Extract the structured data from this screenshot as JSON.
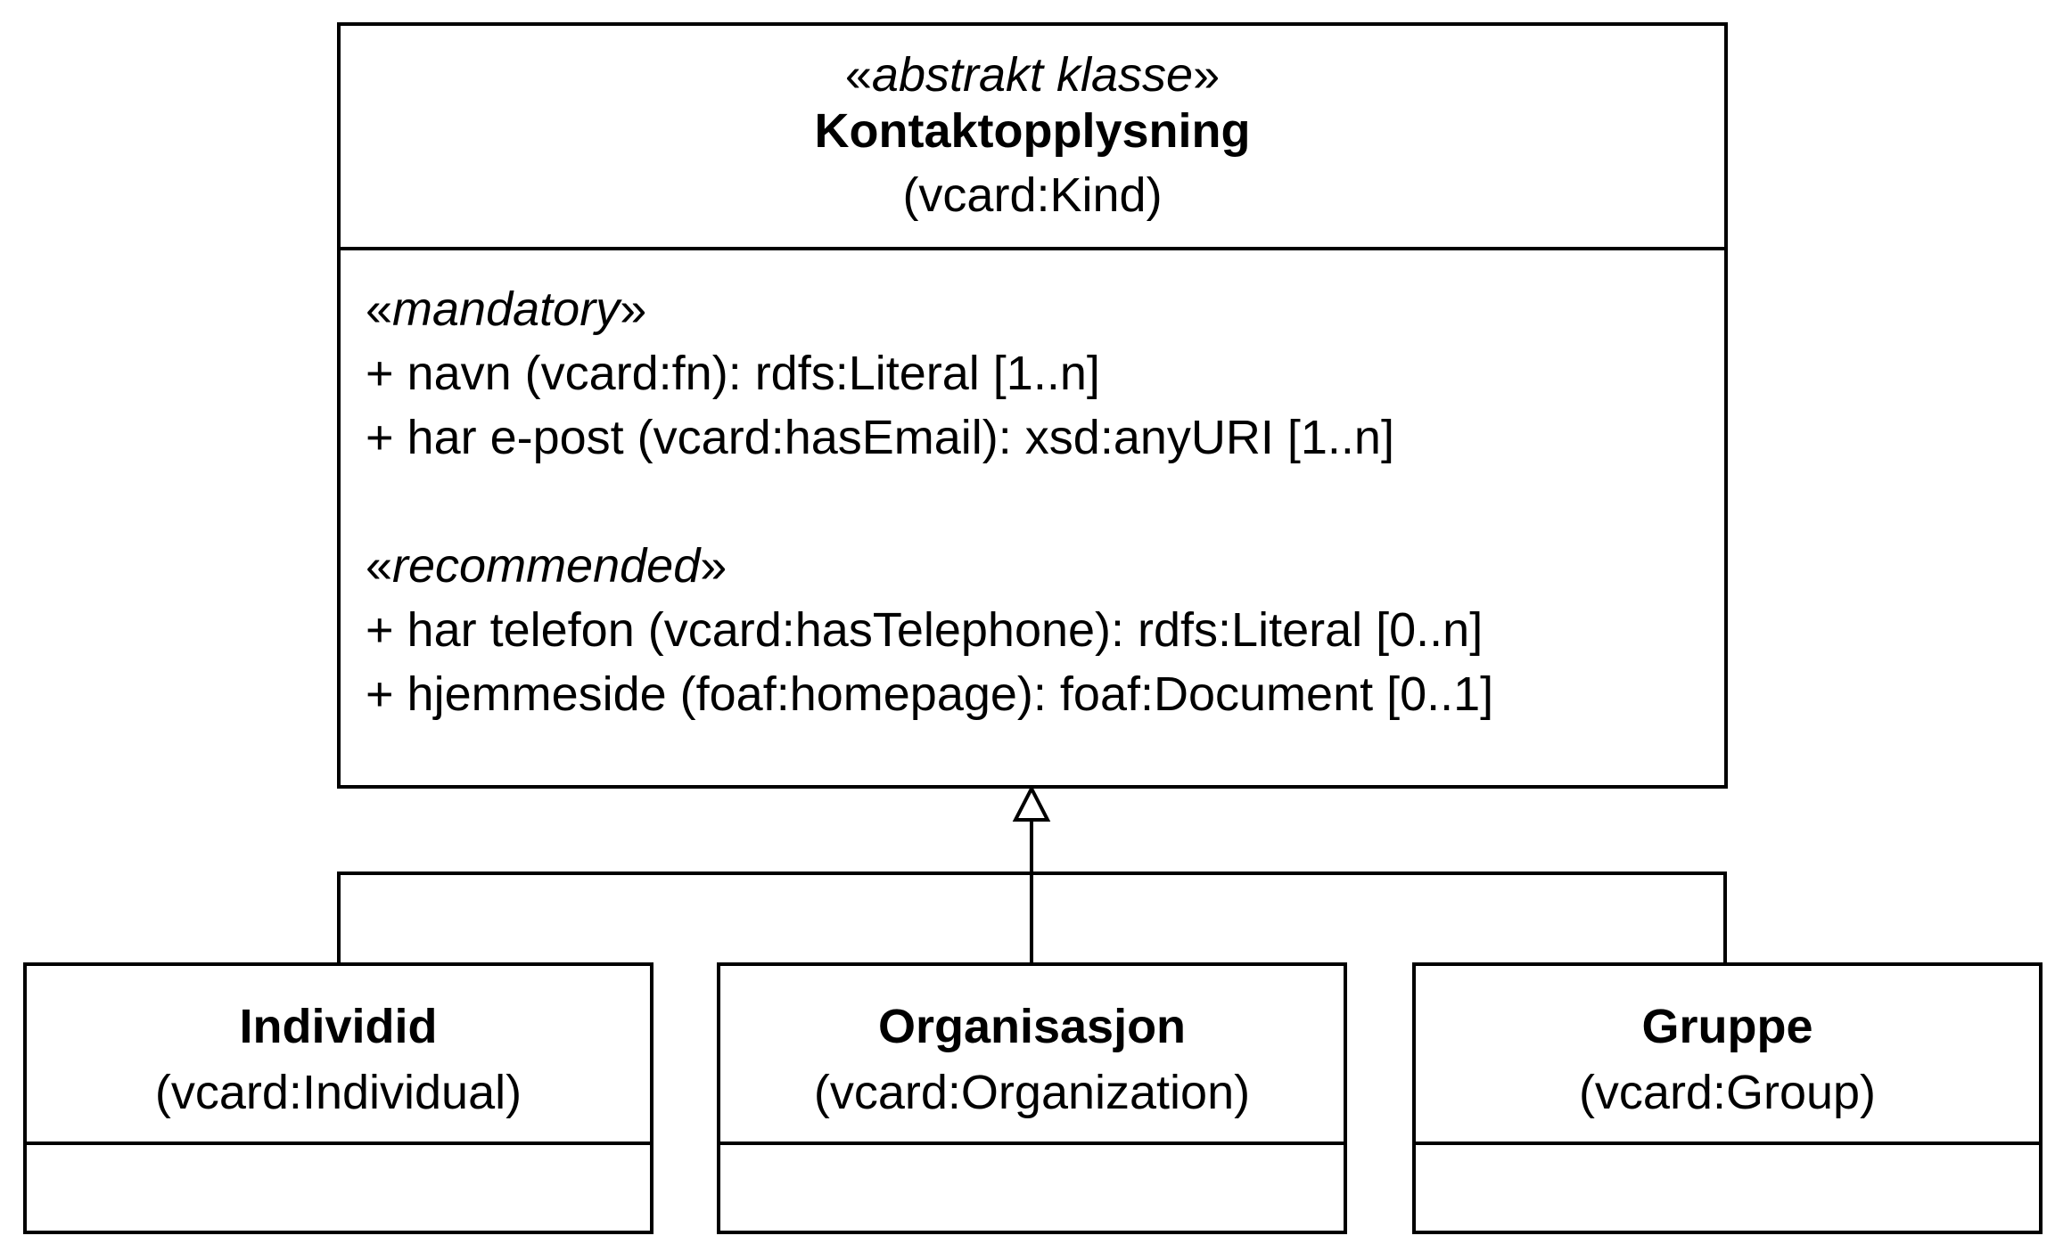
{
  "abstract_class": {
    "stereotype": "abstrakt klasse",
    "name": "Kontaktopplysning",
    "uri": "(vcard:Kind)",
    "attribute_groups": [
      {
        "stereotype": "mandatory",
        "attributes": [
          "+ navn (vcard:fn): rdfs:Literal [1..n]",
          "+ har e-post (vcard:hasEmail): xsd:anyURI [1..n]"
        ]
      },
      {
        "stereotype": "recommended",
        "attributes": [
          "+ har telefon (vcard:hasTelephone): rdfs:Literal [0..n]",
          "+ hjemmeside (foaf:homepage): foaf:Document [0..1]"
        ]
      }
    ]
  },
  "subclasses": [
    {
      "name": "Individid",
      "uri": "(vcard:Individual)"
    },
    {
      "name": "Organisasjon",
      "uri": "(vcard:Organization)"
    },
    {
      "name": "Gruppe",
      "uri": "(vcard:Group)"
    }
  ],
  "guillemets": {
    "open": "«",
    "close": "»"
  }
}
